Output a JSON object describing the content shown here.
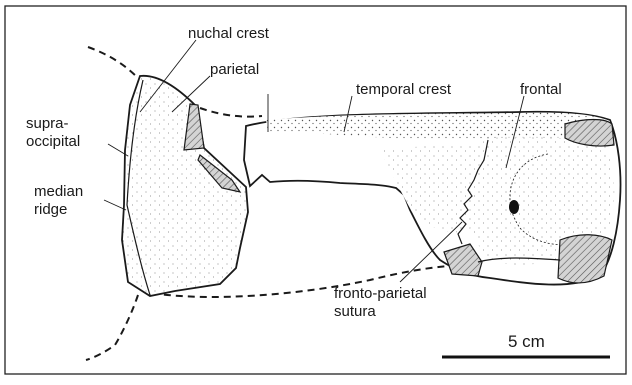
{
  "labels": {
    "nuchal_crest": "nuchal crest",
    "parietal": "parietal",
    "supra_line1": "supra-",
    "supra_line2": "occipital",
    "median_line1": "median",
    "median_line2": "ridge",
    "temporal_crest": "temporal crest",
    "frontal": "frontal",
    "fronto_line1": "fronto-parietal",
    "fronto_line2": "sutura"
  },
  "scale_bar": {
    "label": "5 cm"
  },
  "colors": {
    "line": "#1a1a1a",
    "hatch_fill": "#c8c8c8",
    "stipple": "#555555",
    "frame": "#222222"
  }
}
